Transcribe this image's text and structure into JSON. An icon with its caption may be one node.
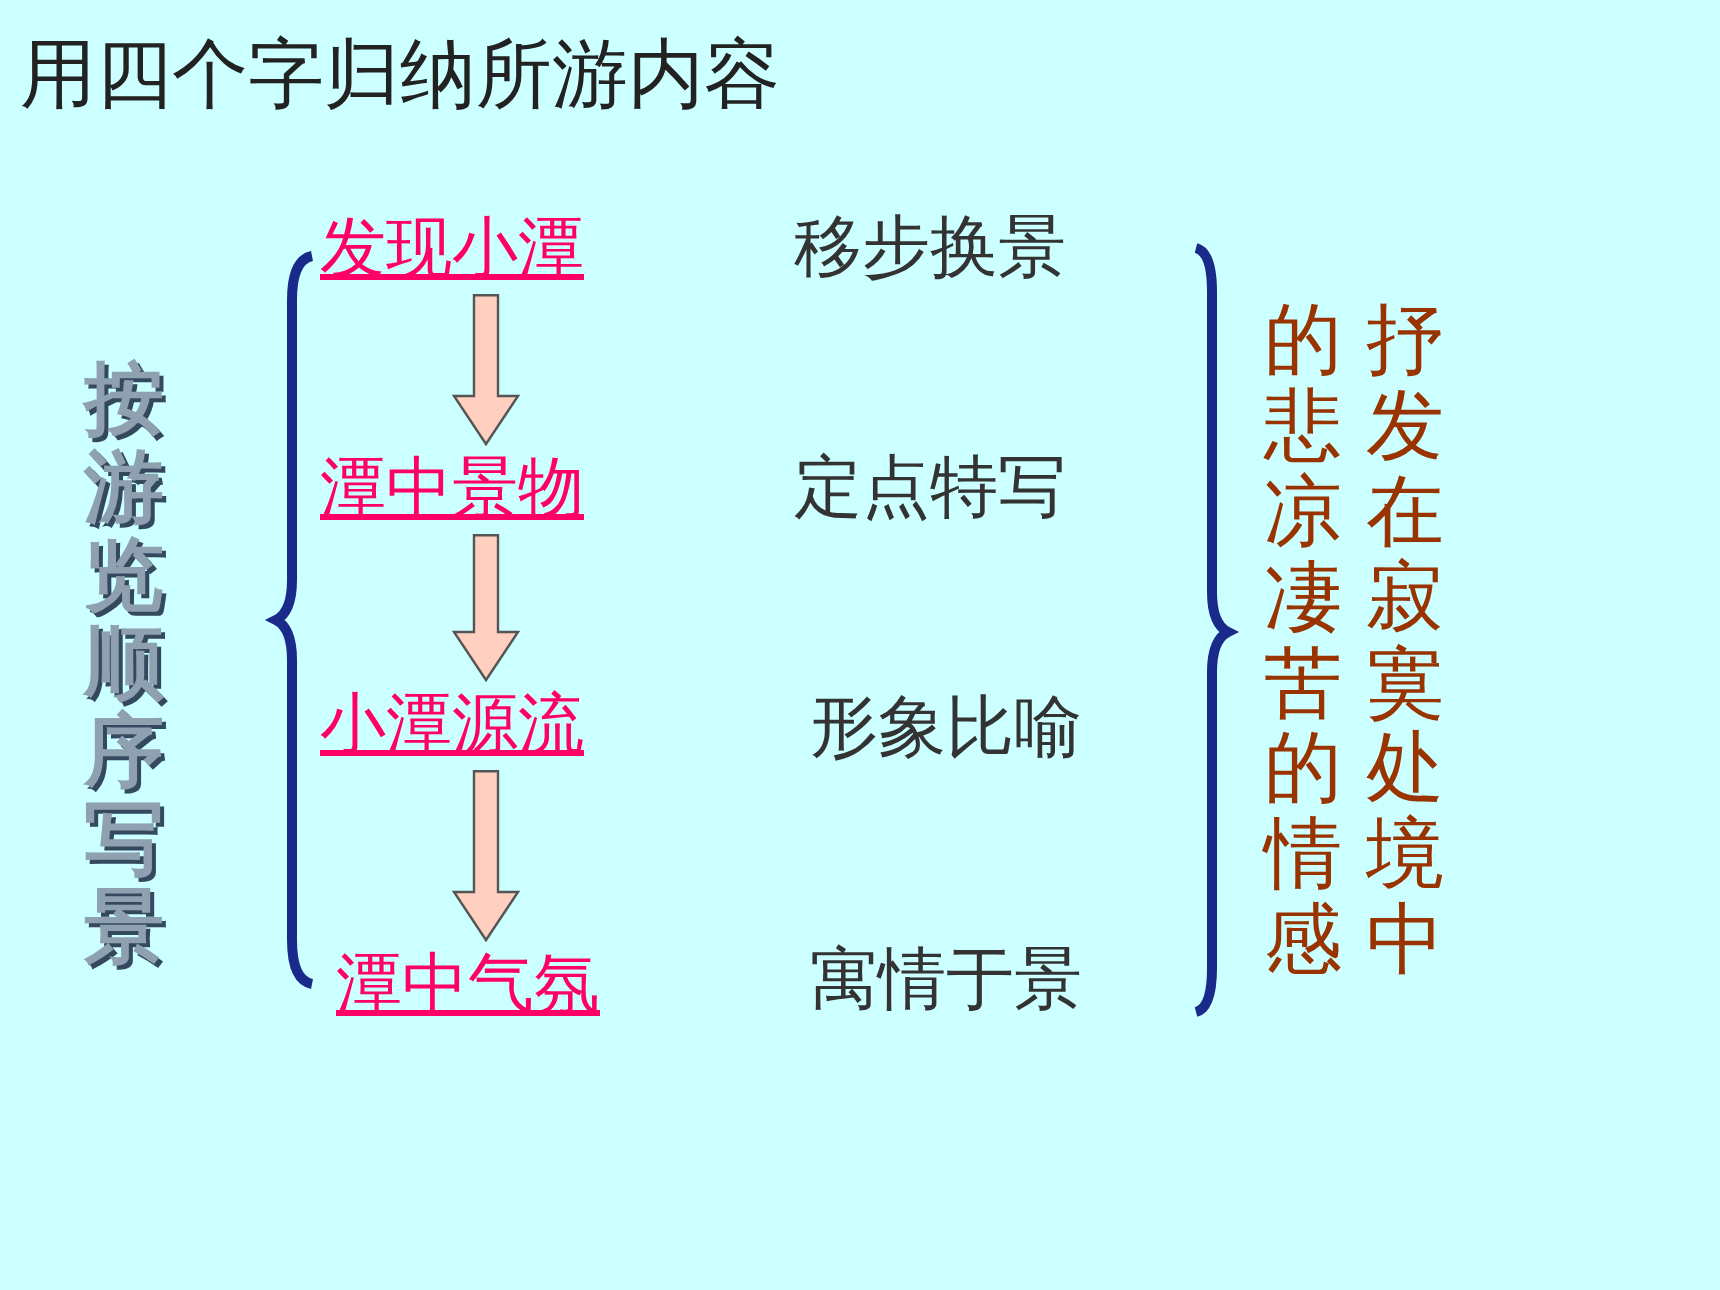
{
  "diagram": {
    "title": "用四个字归纳所游内容",
    "nodes": [
      {
        "text": [
          "发现小潭"
        ]
      },
      {
        "text": [
          "潭中景物"
        ]
      },
      {
        "text": [
          "小潭源流"
        ]
      },
      {
        "text": [
          "潭中气氛"
        ]
      }
    ],
    "edges": [
      {
        "from": 0,
        "to": 1,
        "arrow": "to"
      },
      {
        "from": 1,
        "to": 2,
        "arrow": "to"
      },
      {
        "from": 2,
        "to": 3,
        "arrow": "to"
      }
    ],
    "labels": [
      "按游览顺序写景",
      "移步换景",
      "定点特写",
      "形象比喻",
      "寓情于景",
      "抒发在寂寞处境中的悲凉凄苦的情感"
    ]
  }
}
